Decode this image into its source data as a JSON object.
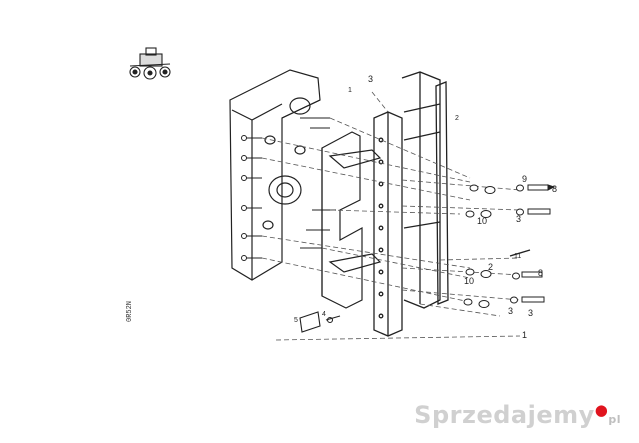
{
  "diagram": {
    "side_code": "0R52N",
    "callouts": {
      "c3_top": "3",
      "c1_top": "1",
      "c2_top_right": "2",
      "c9": "9",
      "c8_top": "8",
      "c10_upper": "10",
      "c3_mid": "3",
      "c11": "11",
      "c2_mid": "2",
      "c8_mid": "8",
      "c10_lower": "10",
      "c3_low_a": "3",
      "c3_low_b": "3",
      "c5": "5",
      "c4": "4",
      "c1_bottom": "1"
    }
  },
  "watermark": {
    "brand": "Sprzedajemy",
    "tld": "pl"
  }
}
